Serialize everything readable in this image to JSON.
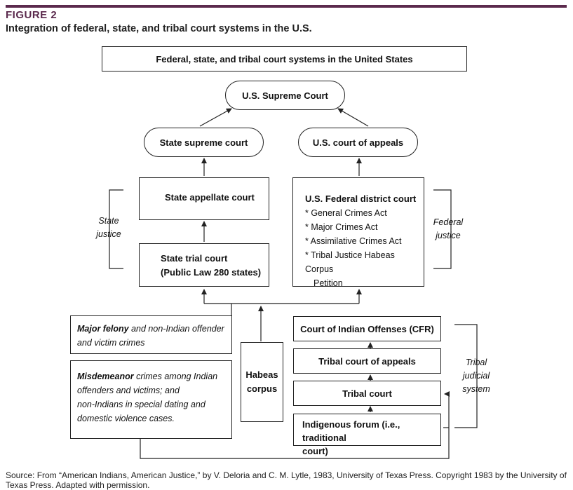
{
  "figure": {
    "label": "FIGURE 2",
    "title": "Integration of federal, state, and tribal court systems in the U.S."
  },
  "header_box": "Federal, state, and tribal court systems in the United States",
  "federal": {
    "supreme": "U.S. Supreme Court",
    "appeals": "U.S. court of appeals",
    "district_title": "U.S. Federal district court",
    "district_items": [
      "* General Crimes Act",
      "* Major Crimes Act",
      "* Assimilative Crimes Act",
      "* Tribal Justice Habeas Corpus",
      "Petition"
    ],
    "side_label": [
      "Federal",
      "justice"
    ]
  },
  "state": {
    "supreme": "State supreme court",
    "appellate": "State appellate court",
    "trial_line1": "State trial court",
    "trial_line2": "(Public Law 280 states)",
    "side_label": [
      "State",
      "justice"
    ]
  },
  "jurisdiction": {
    "felony_bold": "Major felony",
    "felony_rest1": " and non-Indian offender",
    "felony_rest2": "and victim crimes",
    "misd_bold": "Misdemeanor",
    "misd_rest1": " crimes among Indian",
    "misd_line2": "offenders and victims; and",
    "misd_line3": "non-Indians in special dating and",
    "misd_line4": "domestic violence cases."
  },
  "habeas": [
    "Habeas",
    "corpus"
  ],
  "tribal": {
    "cfr": "Court of Indian Offenses (CFR)",
    "appeals": "Tribal court of appeals",
    "court": "Tribal court",
    "forum_line1": "Indigenous forum (i.e., traditional",
    "forum_line2": "court)",
    "side_label": [
      "Tribal",
      "judicial",
      "system"
    ]
  },
  "source": "Source: From “American Indians, American Justice,” by V. Deloria and C. M. Lytle, 1983, University of Texas Press. Copyright 1983 by the University of Texas Press. Adapted with permission."
}
